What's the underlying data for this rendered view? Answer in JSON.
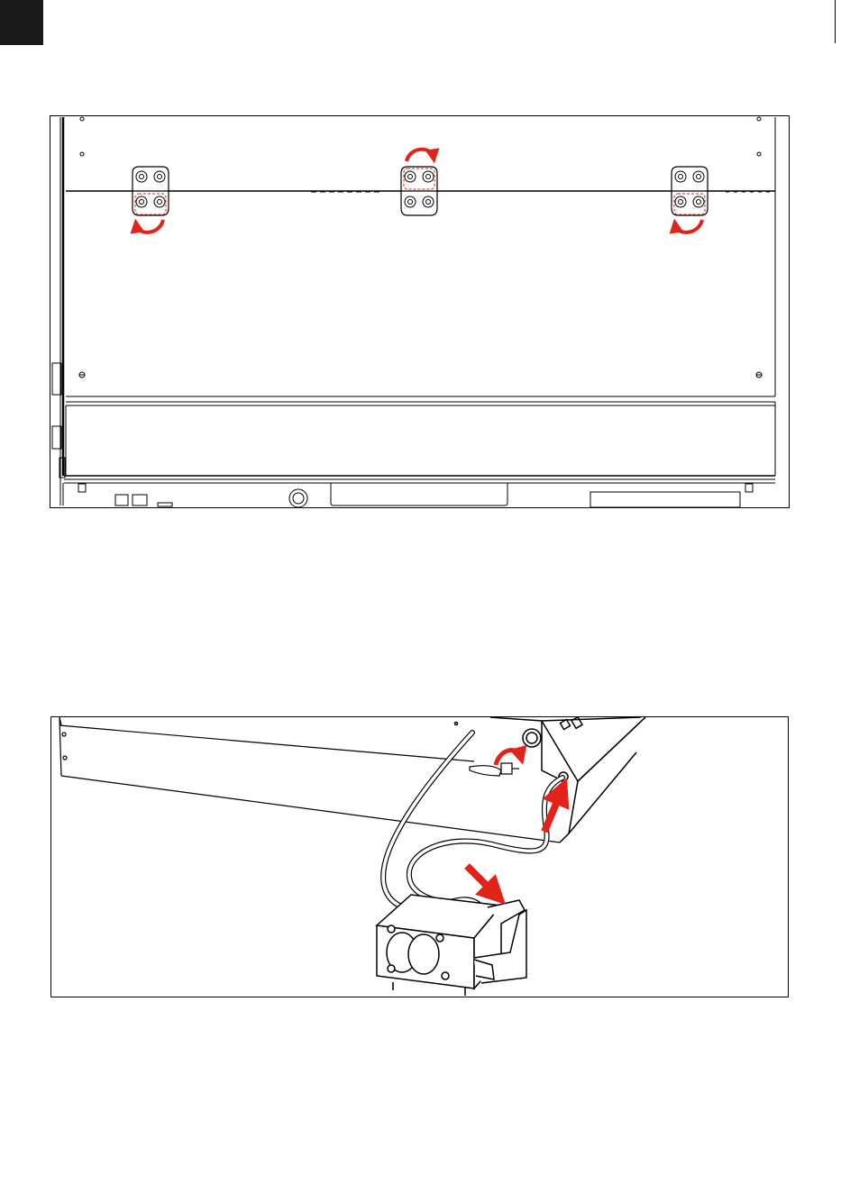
{
  "page": {
    "tab_color": "#1a1a1a"
  },
  "colors": {
    "line": "#000000",
    "accent": "#e2231a",
    "background": "#ffffff"
  },
  "figures": [
    {
      "id": "fig1",
      "description_icon": "hinge-rotation-icon",
      "hinges": [
        {
          "name": "left-hinge",
          "rotation": "counterclockwise"
        },
        {
          "name": "center-hinge",
          "rotation": "clockwise"
        },
        {
          "name": "right-hinge",
          "rotation": "counterclockwise"
        }
      ]
    },
    {
      "id": "fig2",
      "description_icon": "pump-tube-connection-icon",
      "arrows": [
        {
          "name": "tube-insert-arrow"
        },
        {
          "name": "pump-connect-arrow"
        },
        {
          "name": "valve-rotate-arrow"
        }
      ]
    }
  ]
}
